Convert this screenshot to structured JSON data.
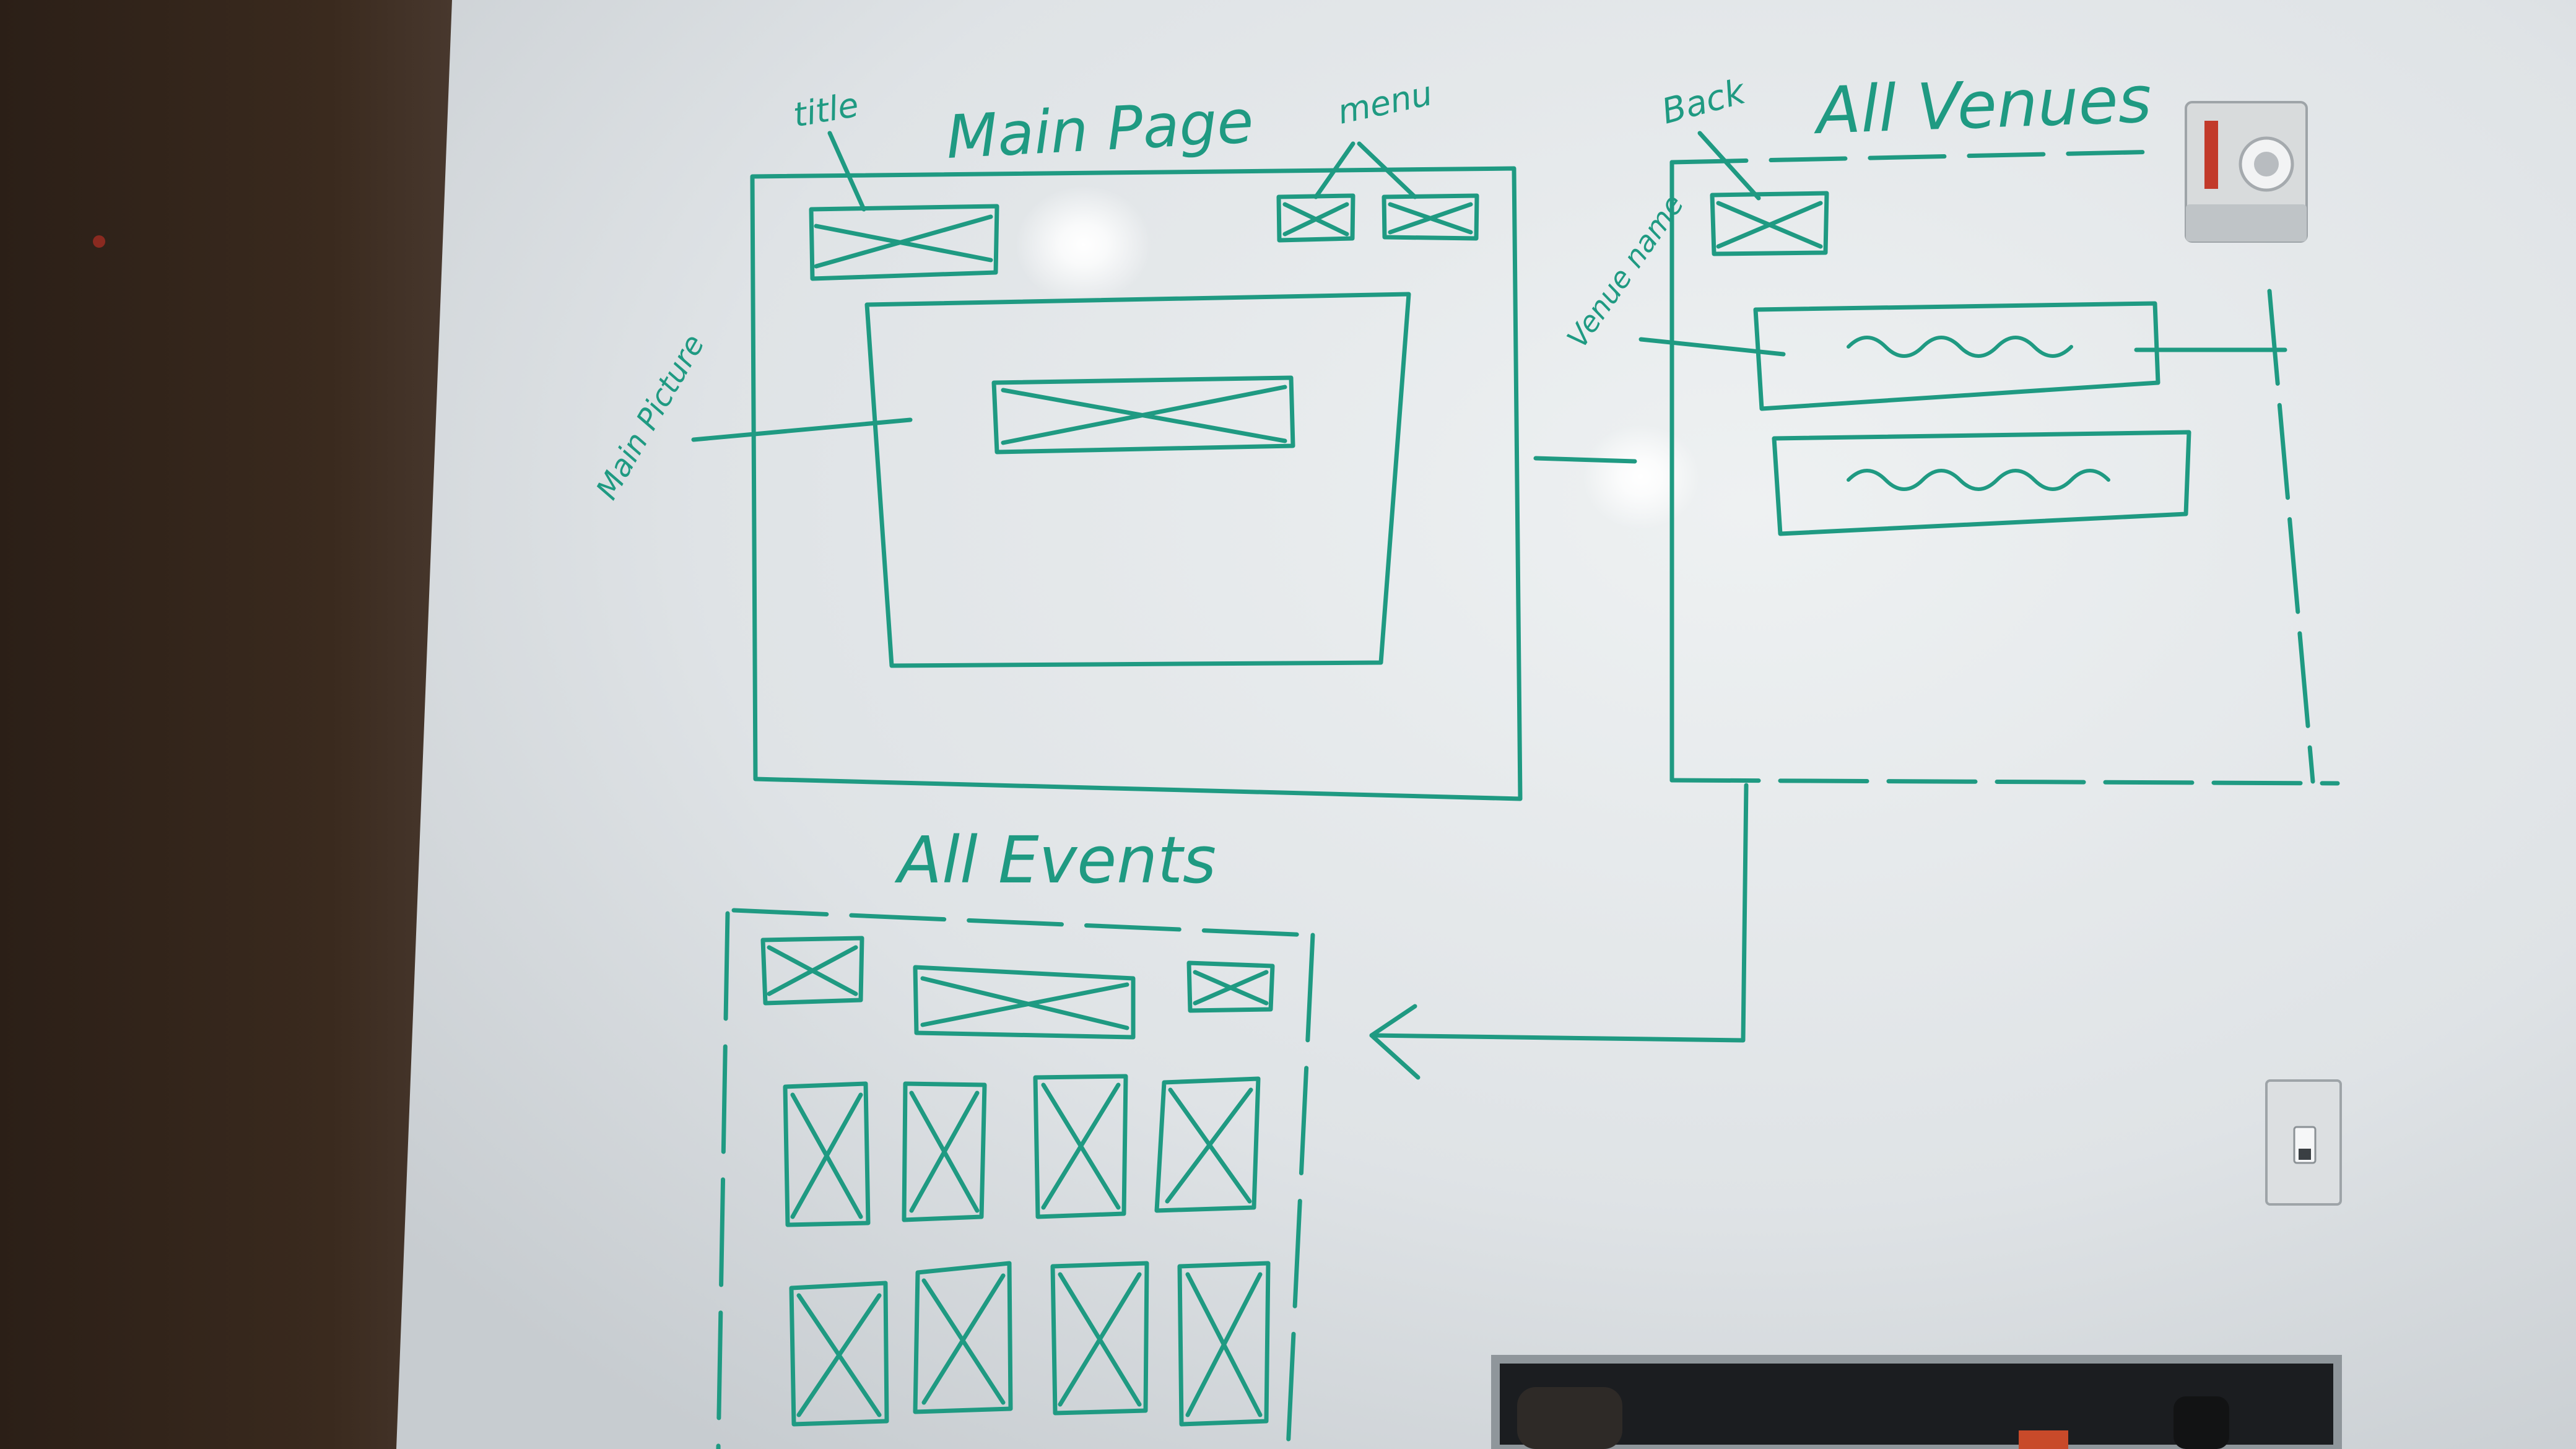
{
  "ink_color": "#1f9a82",
  "wall_color": "#2b1f17",
  "board_color": "#e4e7e9",
  "screens": {
    "main_page": {
      "title": "Main Page",
      "annotations": {
        "title_label": "title",
        "menu_label": "menu",
        "picture_label": "Main Picture"
      }
    },
    "all_venues": {
      "title": "All Venues",
      "annotations": {
        "back_label": "Back",
        "venue_name_label": "Venue name"
      },
      "list_row_count": 2
    },
    "all_events": {
      "title": "All Events",
      "grid_rows": 2,
      "grid_columns": 4
    }
  },
  "fixtures": [
    "fire-alarm-strobe",
    "wall-light-switch",
    "bottom-shelf"
  ]
}
